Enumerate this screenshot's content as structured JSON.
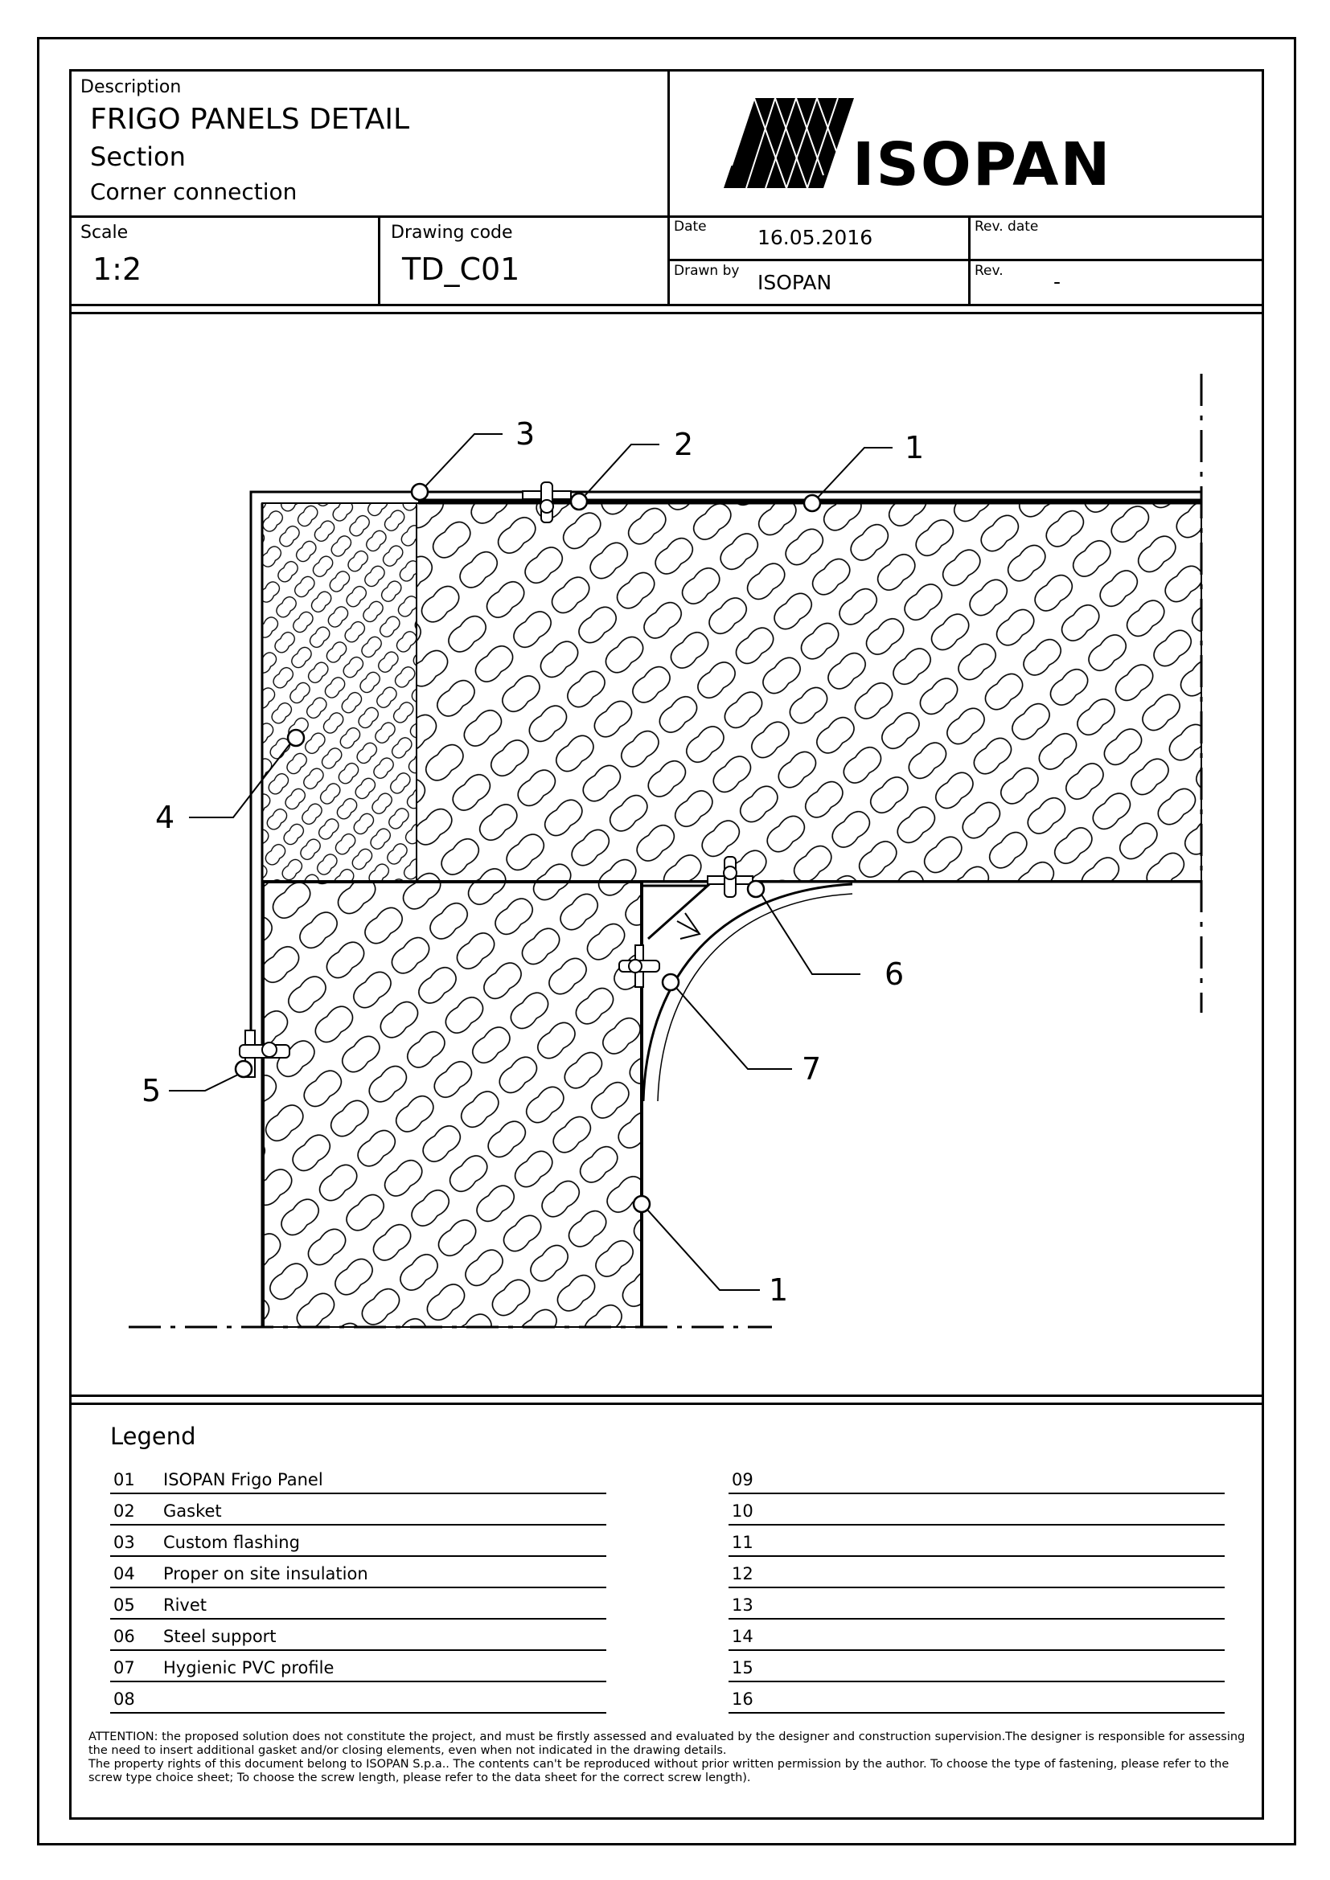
{
  "title_block": {
    "description_label": "Description",
    "title": "FRIGO PANELS DETAIL",
    "subtitle": "Section",
    "subtitle2": "Corner connection",
    "scale_label": "Scale",
    "scale_value": "1:2",
    "drawing_code_label": "Drawing code",
    "drawing_code_value": "TD_C01",
    "date_label": "Date",
    "date_value": "16.05.2016",
    "drawn_by_label": "Drawn by",
    "drawn_by_value": "ISOPAN",
    "rev_date_label": "Rev. date",
    "rev_label": "Rev.",
    "rev_value": "-"
  },
  "logo": {
    "text": "ISOPAN",
    "icon": "isopan-logo-icon"
  },
  "callouts": [
    "1",
    "2",
    "3",
    "4",
    "5",
    "6",
    "7",
    "1"
  ],
  "legend": {
    "title": "Legend",
    "left": [
      {
        "num": "01",
        "text": "ISOPAN Frigo Panel"
      },
      {
        "num": "02",
        "text": "Gasket"
      },
      {
        "num": "03",
        "text": "Custom flashing"
      },
      {
        "num": "04",
        "text": "Proper on site insulation"
      },
      {
        "num": "05",
        "text": "Rivet"
      },
      {
        "num": "06",
        "text": "Steel support"
      },
      {
        "num": "07",
        "text": "Hygienic PVC profile"
      },
      {
        "num": "08",
        "text": ""
      }
    ],
    "right": [
      {
        "num": "09",
        "text": ""
      },
      {
        "num": "10",
        "text": ""
      },
      {
        "num": "11",
        "text": ""
      },
      {
        "num": "12",
        "text": ""
      },
      {
        "num": "13",
        "text": ""
      },
      {
        "num": "14",
        "text": ""
      },
      {
        "num": "15",
        "text": ""
      },
      {
        "num": "16",
        "text": ""
      }
    ]
  },
  "attention": {
    "line1": "ATTENTION: the proposed solution does not constitute the project, and must be firstly assessed and evaluated by the designer and construction supervision.The designer is responsible for assessing the need to insert additional gasket and/or closing elements, even when not indicated in the drawing details.",
    "line2": "The property rights of this document belong to ISOPAN S.p.a.. The contents can't be reproduced without prior written permission by the author. To choose the type of fastening, please refer to the screw type choice sheet; To choose the screw length, please refer to the data sheet for the correct screw length)."
  }
}
